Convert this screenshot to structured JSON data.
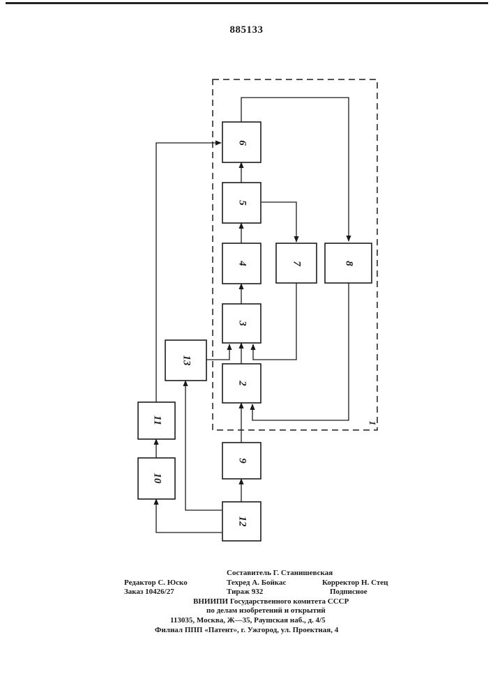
{
  "document": {
    "number": "885133"
  },
  "diagram": {
    "blocks": [
      {
        "id": "1",
        "label": "1"
      },
      {
        "id": "2",
        "label": "2"
      },
      {
        "id": "3",
        "label": "3"
      },
      {
        "id": "4",
        "label": "4"
      },
      {
        "id": "5",
        "label": "5"
      },
      {
        "id": "6",
        "label": "6"
      },
      {
        "id": "7",
        "label": "7"
      },
      {
        "id": "8",
        "label": "8"
      },
      {
        "id": "9",
        "label": "9"
      },
      {
        "id": "10",
        "label": "10"
      },
      {
        "id": "11",
        "label": "11"
      },
      {
        "id": "12",
        "label": "12"
      },
      {
        "id": "13",
        "label": "13"
      }
    ]
  },
  "footer": {
    "compiler": "Составитель Г. Станишевская",
    "editor": "Редактор С. Юско",
    "techred": "Техред А. Бойкас",
    "corrector": "Корректор Н. Стец",
    "order": "Заказ 10426/27",
    "print_run": "Тираж 932",
    "subscription": "Подписное",
    "org1": "ВНИИПИ  Государственного  комитета  СССР",
    "org2": "по  делам  изобретений  и  открытий",
    "address": "113035,  Москва,  Ж—35,  Раушская  наб.,  д.  4/5",
    "branch": "Филиал  ППП  «Патент»,  г.  Ужгород,  ул.  Проектная,  4"
  }
}
